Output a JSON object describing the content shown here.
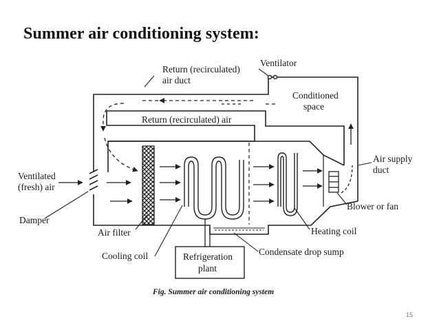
{
  "slide": {
    "title": "Summer air conditioning system:",
    "page_number": "15"
  },
  "diagram": {
    "labels": {
      "ventilator": "Ventilator",
      "return_duct_line1": "Return (recirculated)",
      "return_duct_line2": "air duct",
      "conditioned_line1": "Conditioned",
      "conditioned_line2": "space",
      "return_air": "Return (recirculated) air",
      "ventilated_line1": "Ventilated",
      "ventilated_line2": "(fresh) air",
      "damper": "Damper",
      "air_filter": "Air filter",
      "cooling_coil": "Cooling coil",
      "refrigeration_line1": "Refrigeration",
      "refrigeration_line2": "plant",
      "condensate": "Condensate drop sump",
      "heating_coil": "Heating coil",
      "blower": "Blower or fan",
      "air_supply_line1": "Air supply",
      "air_supply_line2": "duct"
    },
    "caption": "Fig. Summer air conditioning system"
  }
}
